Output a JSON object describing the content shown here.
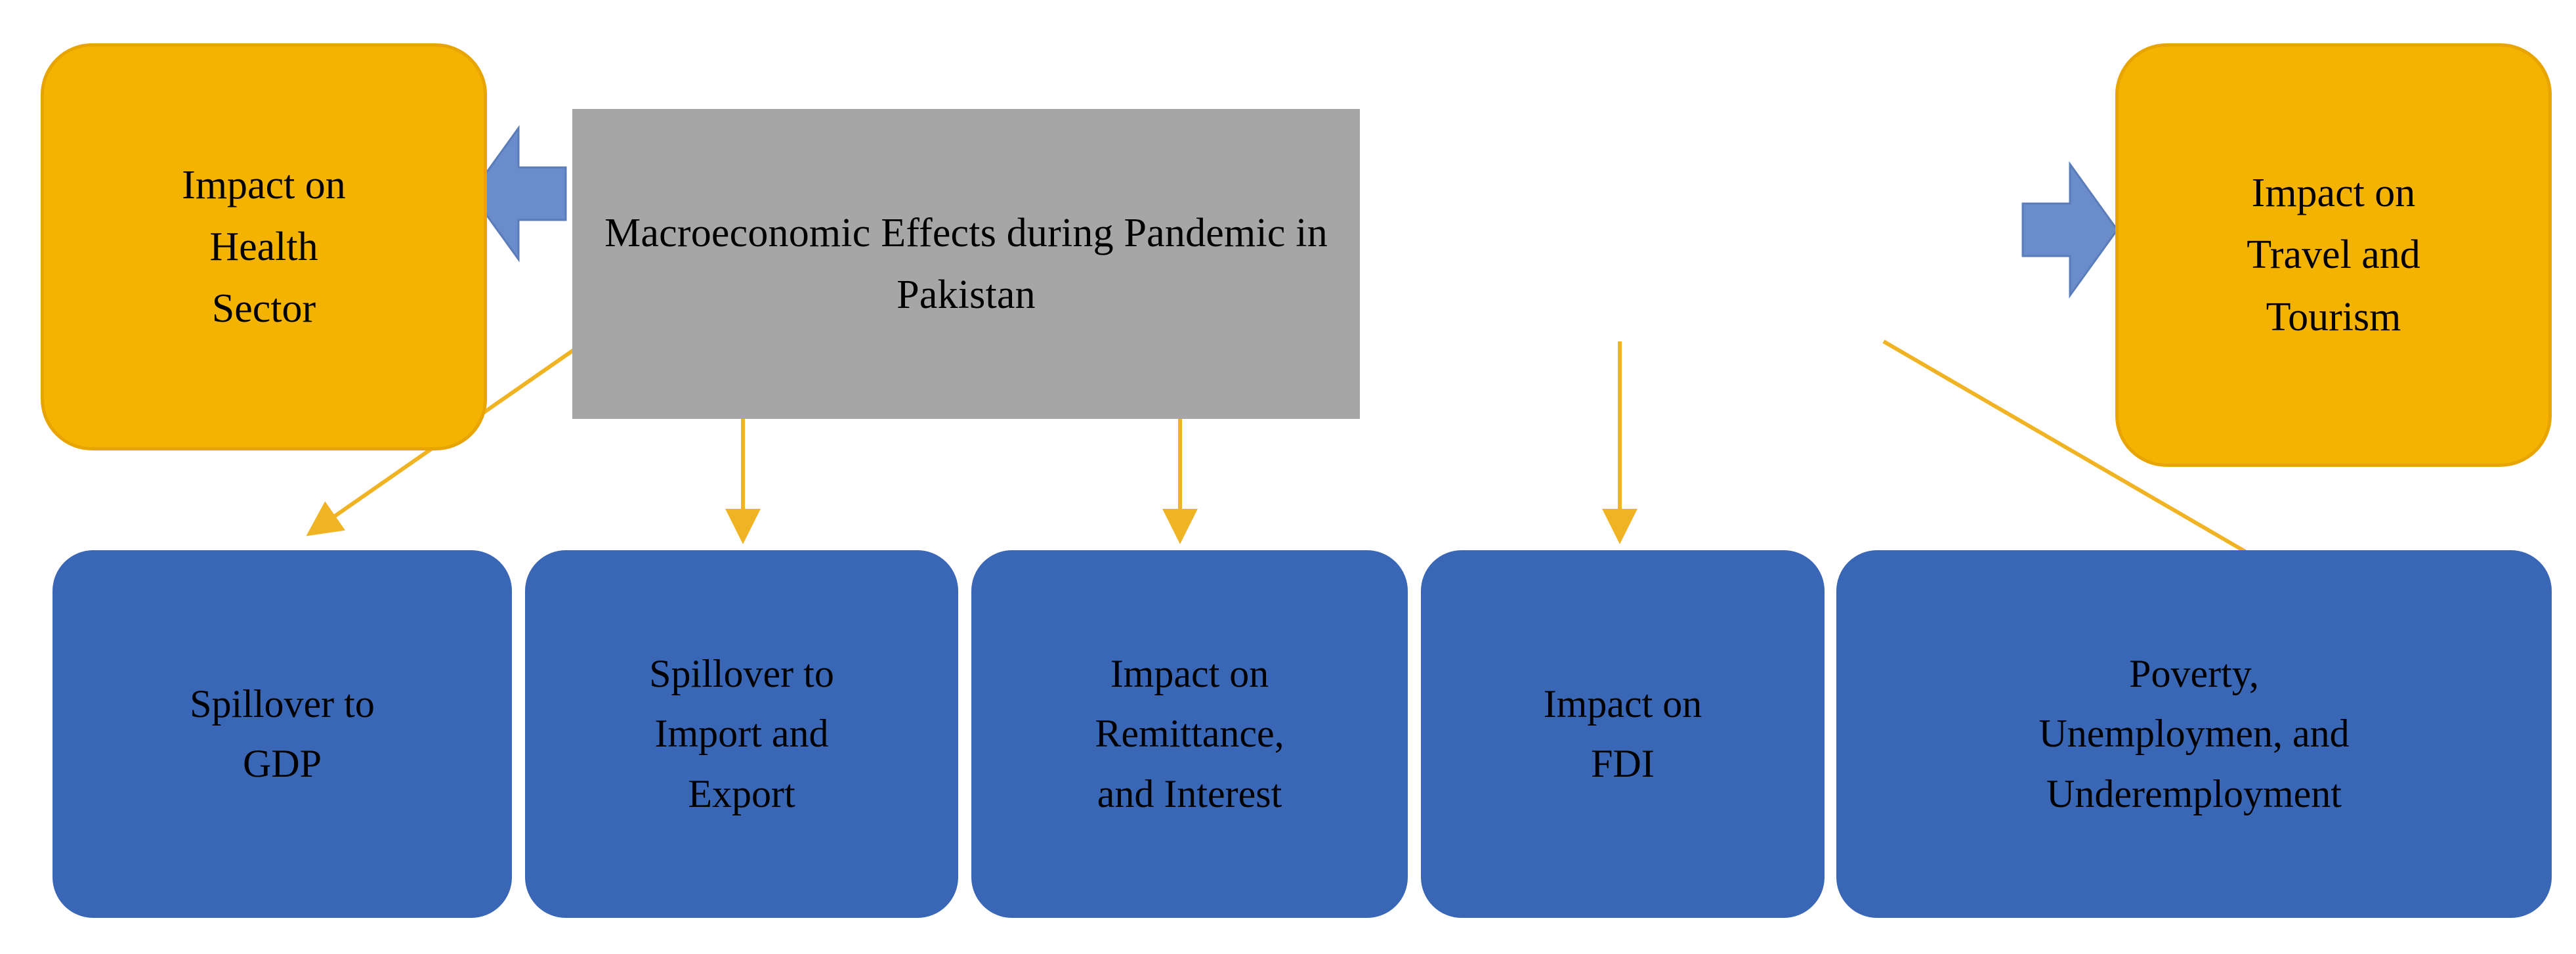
{
  "diagram": {
    "title": "Macroeconomic Effects during Pandemic in Pakistan",
    "colors": {
      "center_fill": "#a6a6a6",
      "orange_fill": "#f5b301",
      "blue_fill": "#3a67b5",
      "arrow_blue": "#6a8ccb",
      "arrow_gold": "#f0b323",
      "text": "#000000"
    },
    "center": {
      "label": "Macroeconomic Effects during Pandemic in Pakistan",
      "lines": [
        "Macroeconomic Effects during Pandemic in Pakistan"
      ]
    },
    "side_nodes": [
      {
        "id": "health",
        "label": "Impact on Health Sector",
        "lines": [
          "Impact on",
          "Health",
          "Sector"
        ],
        "color": "#f5b301",
        "position": "left"
      },
      {
        "id": "travel",
        "label": "Impact on Travel and Tourism",
        "lines": [
          "Impact on",
          "Travel and",
          "Tourism"
        ],
        "color": "#f5b301",
        "position": "right"
      }
    ],
    "bottom_nodes": [
      {
        "id": "gdp",
        "label": "Spillover to GDP",
        "lines": [
          "Spillover to",
          "GDP"
        ],
        "color": "#3a67b5"
      },
      {
        "id": "import-export",
        "label": "Spillover to Import and Export",
        "lines": [
          "Spillover to",
          "Import and",
          "Export"
        ],
        "color": "#3a67b5"
      },
      {
        "id": "remittance",
        "label": "Impact on Remittance, and Interest",
        "lines": [
          "Impact on",
          "Remittance,",
          "and Interest"
        ],
        "color": "#3a67b5"
      },
      {
        "id": "fdi",
        "label": "Impact on FDI",
        "lines": [
          "Impact on",
          "FDI"
        ],
        "color": "#3a67b5"
      },
      {
        "id": "poverty",
        "label": "Poverty, Unemploymen, and Underemployment",
        "lines": [
          "Poverty,",
          "Unemploymen, and",
          "Underemployment"
        ],
        "color": "#3a67b5"
      }
    ],
    "connectors": [
      {
        "id": "center-to-health",
        "type": "block-arrow",
        "direction": "left",
        "color": "#6a8ccb"
      },
      {
        "id": "center-to-travel",
        "type": "block-arrow",
        "direction": "right",
        "color": "#6a8ccb"
      },
      {
        "id": "center-to-gdp",
        "type": "line-arrow",
        "color": "#f0b323"
      },
      {
        "id": "center-to-import-export",
        "type": "line-arrow",
        "color": "#f0b323"
      },
      {
        "id": "center-to-remittance",
        "type": "line-arrow",
        "color": "#f0b323"
      },
      {
        "id": "center-to-fdi",
        "type": "line-arrow",
        "color": "#f0b323"
      },
      {
        "id": "center-to-poverty",
        "type": "line-arrow",
        "color": "#f0b323"
      }
    ]
  }
}
